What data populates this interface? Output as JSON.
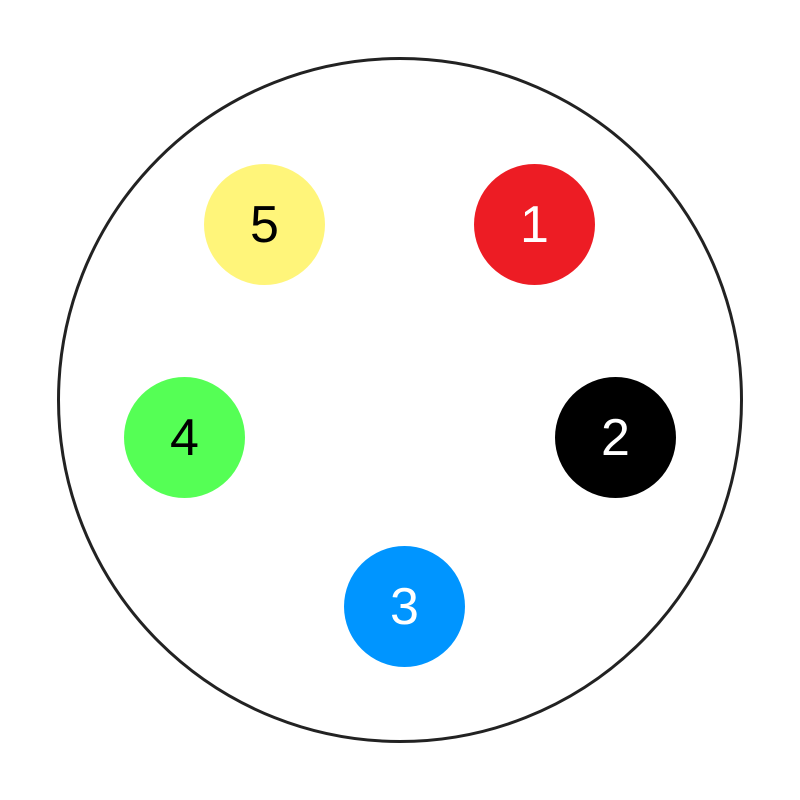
{
  "pins": [
    {
      "label": "1",
      "fill": "#ED1C24",
      "text_color": "#FFFFFF"
    },
    {
      "label": "2",
      "fill": "#000000",
      "text_color": "#FFFFFF"
    },
    {
      "label": "3",
      "fill": "#0095FF",
      "text_color": "#FFFFFF"
    },
    {
      "label": "4",
      "fill": "#55FF55",
      "text_color": "#000000"
    },
    {
      "label": "5",
      "fill": "#FFF57A",
      "text_color": "#000000"
    }
  ],
  "ring_color": "#222222"
}
